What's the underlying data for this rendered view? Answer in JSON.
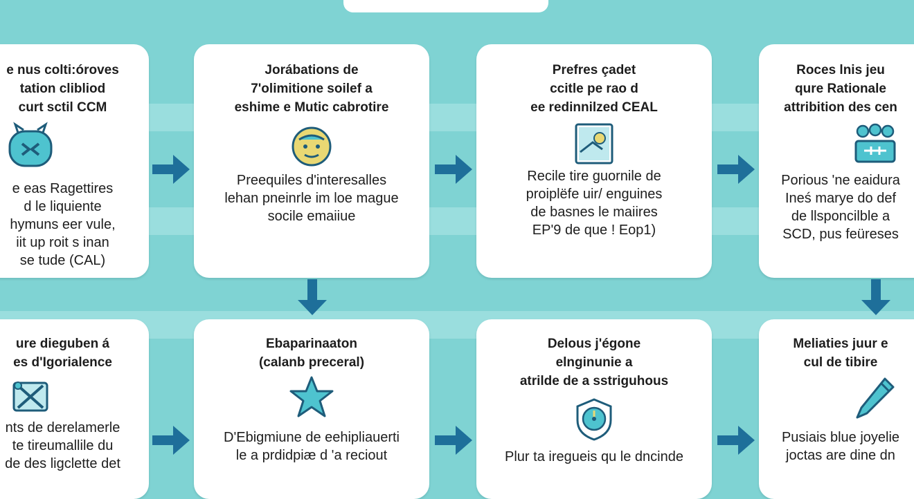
{
  "colors": {
    "background": "#7fd3d3",
    "card": "#ffffff",
    "arrow": "#1e6f9a",
    "icon_teal": "#4ec3cf",
    "icon_dark": "#1e5c7a",
    "icon_yellow": "#e9d873"
  },
  "cards": [
    {
      "title_lines": [
        "e nus colti:óroves",
        "tation clibliod",
        "curt sctil CCM"
      ],
      "icon": "robot-face-icon",
      "body_lines": [
        "e eas Ragettires",
        "d le liquiente",
        "hymuns eer vule,",
        "iit up roit s inan",
        "se tude (CAL)"
      ]
    },
    {
      "title_lines": [
        "Jorábations de",
        "7'olimitione soilef a",
        "eshime e Mutic cabrotire"
      ],
      "icon": "face-badge-icon",
      "body_lines": [
        "Preequiles d'interesalles",
        "lehan pneinrle im loe mague",
        "socile emaiiue"
      ]
    },
    {
      "title_lines": [
        "Prefres çadet",
        "ccitle pe rao d",
        "ee redinnilzed CEAL"
      ],
      "icon": "document-chart-icon",
      "body_lines": [
        "Recile tire guornile de",
        "proiplëfe uir/ enguines",
        "de basnes le maiires",
        "EP'9 de que ! Eop1)"
      ]
    },
    {
      "title_lines": [
        "Roces lnis jeu",
        "qure Rationale",
        "attribition des cen"
      ],
      "icon": "people-group-icon",
      "body_lines": [
        "Porious 'ne eaidura",
        "Ineś marye do def",
        "de llsponcilble a",
        "SCD, pus feüreses"
      ]
    },
    {
      "title_lines": [
        "ure dieguben á",
        "es d'Igorialence"
      ],
      "icon": "crossed-tools-icon",
      "body_lines": [
        "nts de derelamerle",
        "te tireumallile du",
        "de des ligclette det"
      ]
    },
    {
      "title_lines": [
        "Ebaparinaaton",
        "(calanb preceral)"
      ],
      "icon": "star-icon",
      "body_lines": [
        "D'Ebigmiune de eehipliauerti",
        "le a prdidpiæ d 'a reciout"
      ]
    },
    {
      "title_lines": [
        "Delous j'égone",
        "elnginunie a",
        "atrilde de a sstriguhous"
      ],
      "icon": "gauge-shield-icon",
      "body_lines": [
        "Plur ta iregueis qu le dncinde"
      ]
    },
    {
      "title_lines": [
        "Meliaties juur e",
        "cul de tibire"
      ],
      "icon": "pencil-icon",
      "body_lines": [
        "Pusiais blue joyelie",
        "joctas are dine dn"
      ]
    }
  ]
}
